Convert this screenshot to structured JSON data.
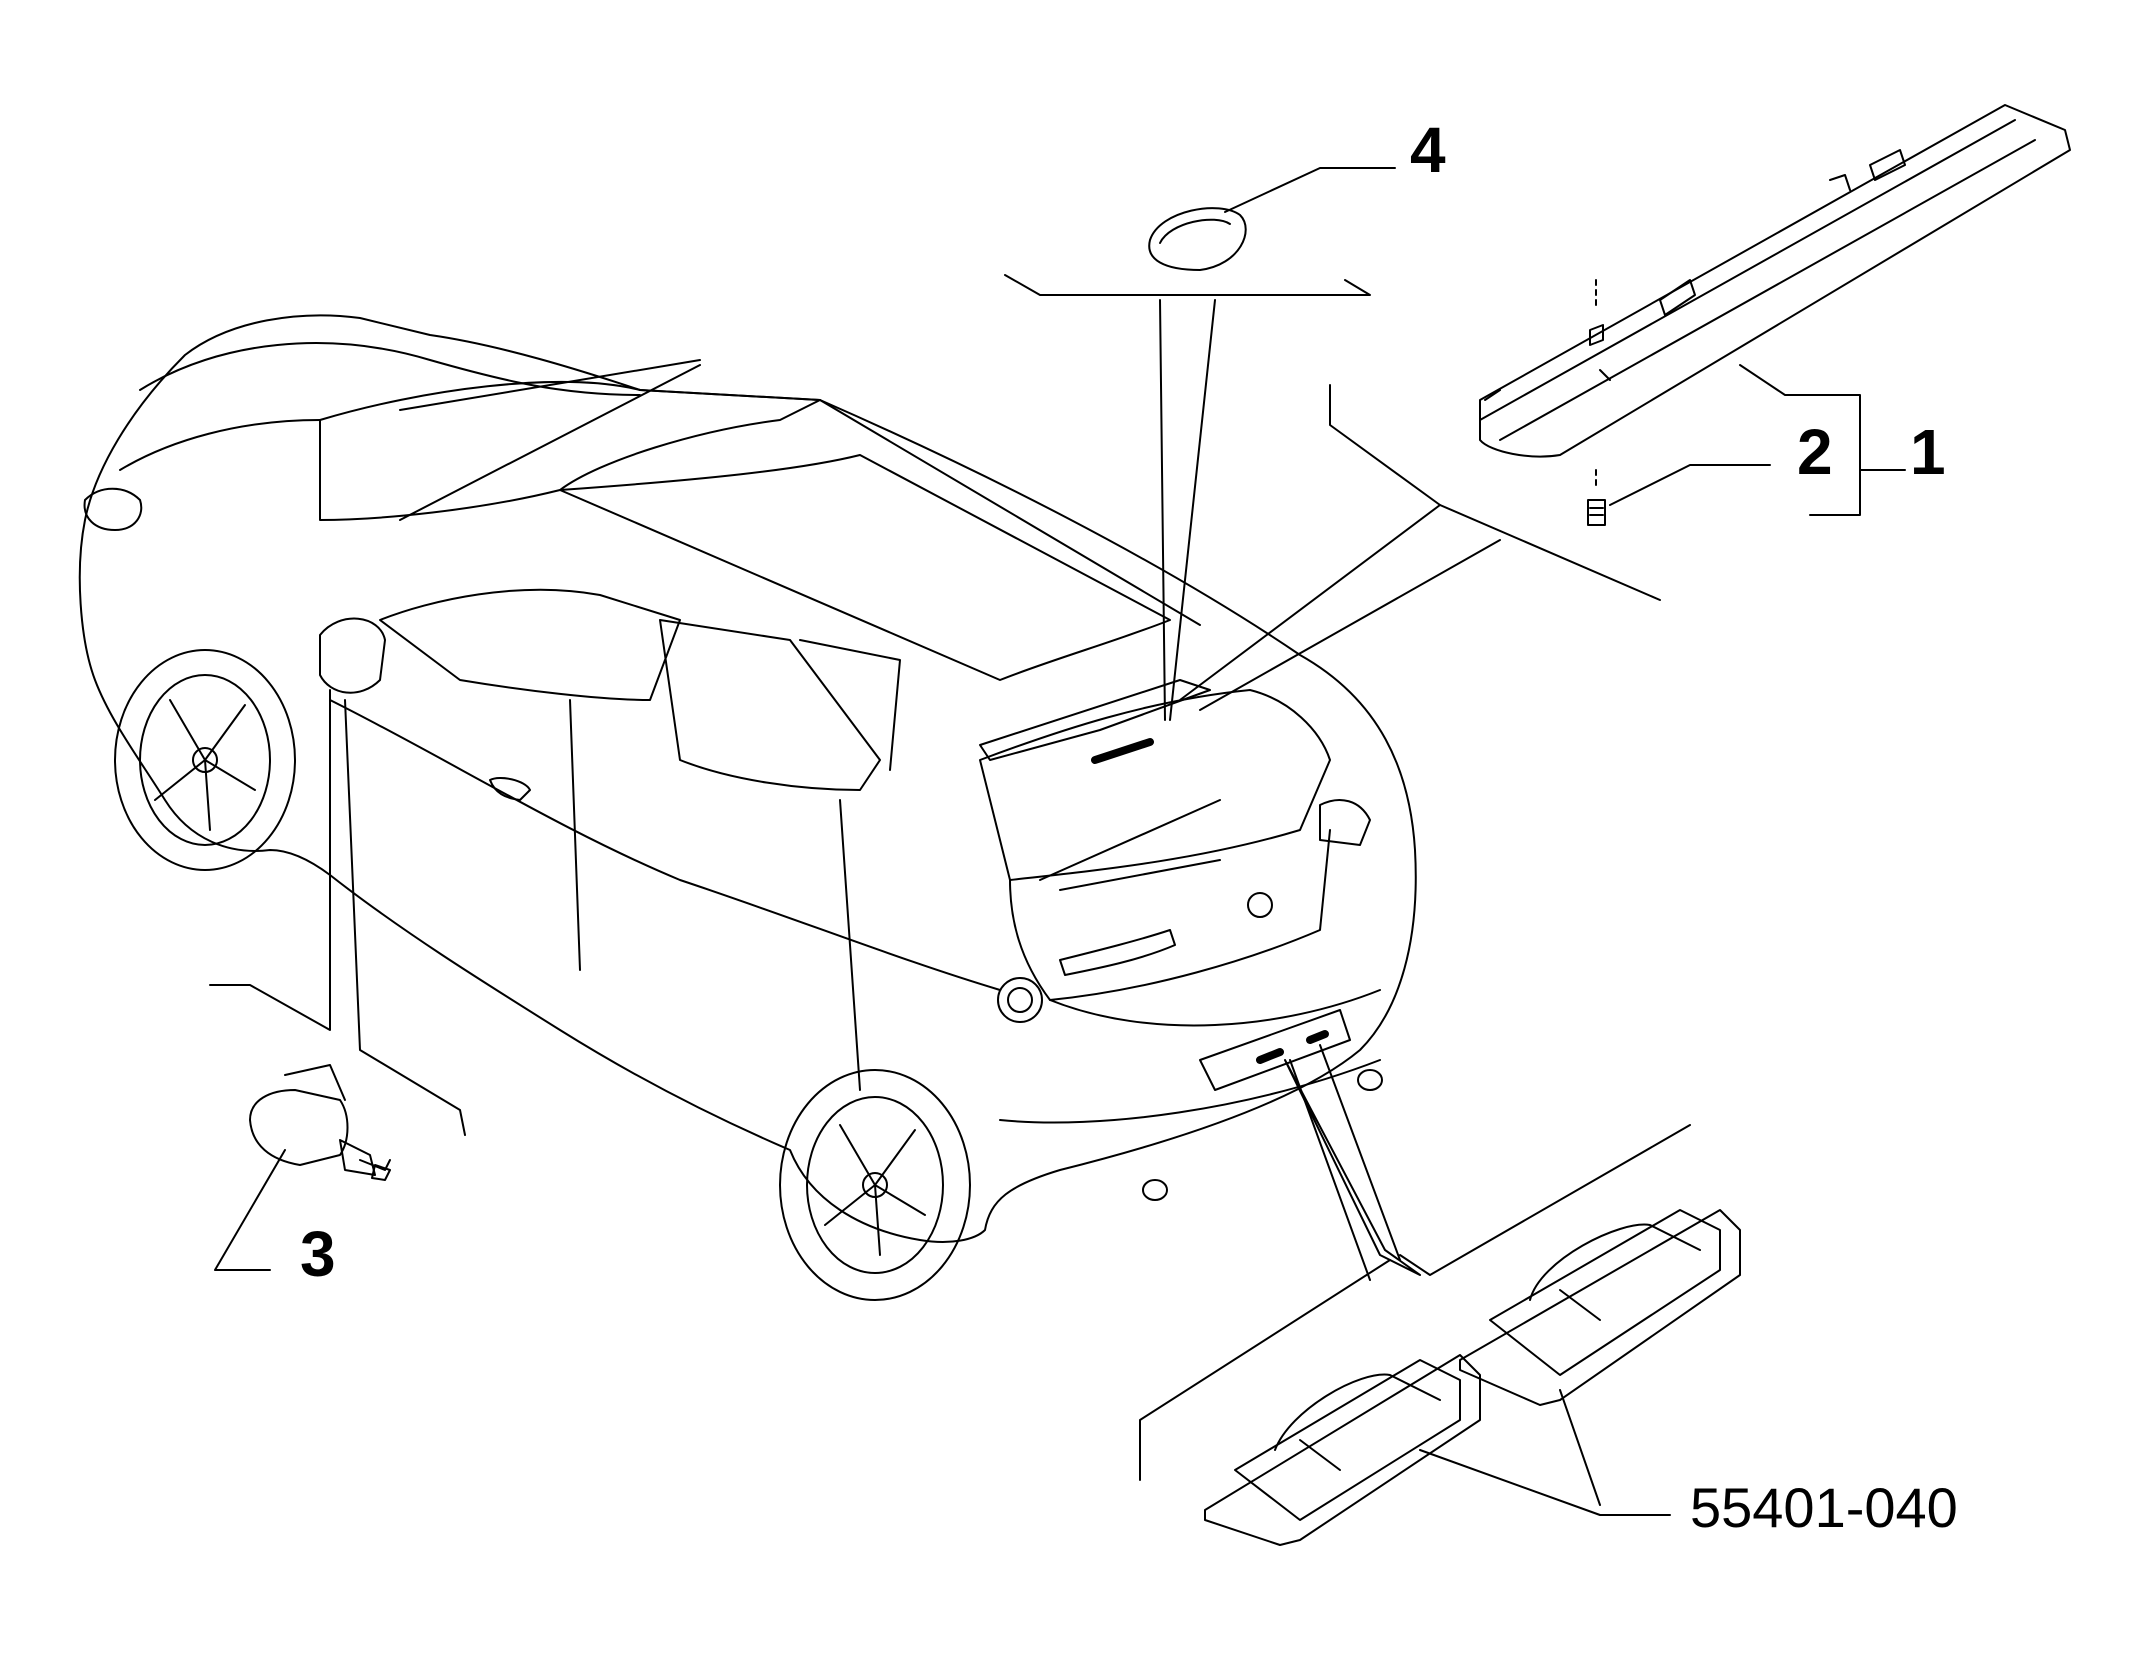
{
  "labels": {
    "part_1": "1",
    "part_2": "2",
    "part_3": "3",
    "part_4": "4"
  },
  "reference_code": "55401-040",
  "colors": {
    "line": "#000000",
    "background": "#ffffff",
    "mark": "#333333"
  }
}
